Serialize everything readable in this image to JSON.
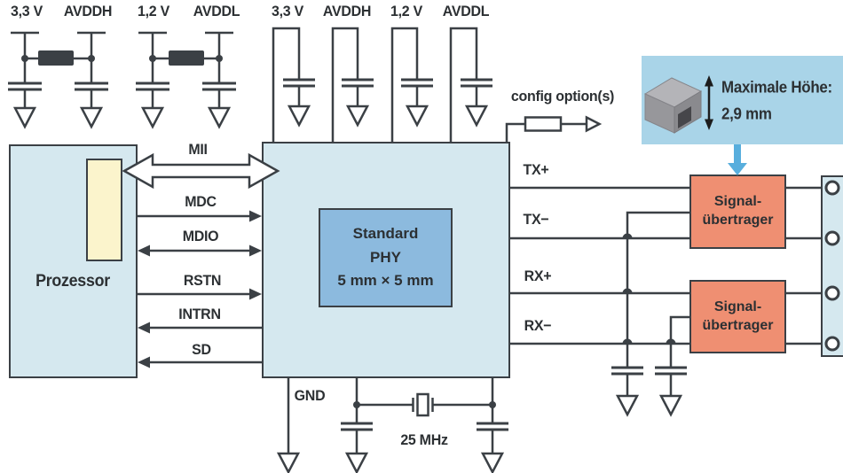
{
  "colors": {
    "line": "#3b4045",
    "block": "#d5e8ef",
    "inner": "#8cbade",
    "yellow": "#fbf4cc",
    "salmon": "#ef8f72",
    "photo": "#a9d4e8",
    "bluearrow": "#58aedd"
  },
  "power_left": {
    "labels": [
      "3,3 V",
      "AVDDH",
      "1,2 V",
      "AVDDL"
    ]
  },
  "power_phy": {
    "labels": [
      "3,3 V",
      "AVDDH",
      "1,2 V",
      "AVDDL"
    ]
  },
  "processor": {
    "label": "Prozessor"
  },
  "phy_inner": {
    "line1": "Standard",
    "line2": "PHY",
    "line3": "5 mm × 5 mm"
  },
  "bus": {
    "mii": "MII",
    "signals": [
      "MDC",
      "MDIO",
      "RSTN",
      "INTRN",
      "SD"
    ]
  },
  "config": {
    "label": "config option(s)"
  },
  "pairs": {
    "tx_plus": "TX+",
    "tx_minus": "TX−",
    "rx_plus": "RX+",
    "rx_minus": "RX−"
  },
  "transformer": {
    "line1": "Signal-",
    "line2": "übertrager"
  },
  "note": {
    "line1": "Maximale Höhe:",
    "line2": "2,9 mm"
  },
  "bottom": {
    "gnd": "GND",
    "freq": "25 MHz"
  }
}
